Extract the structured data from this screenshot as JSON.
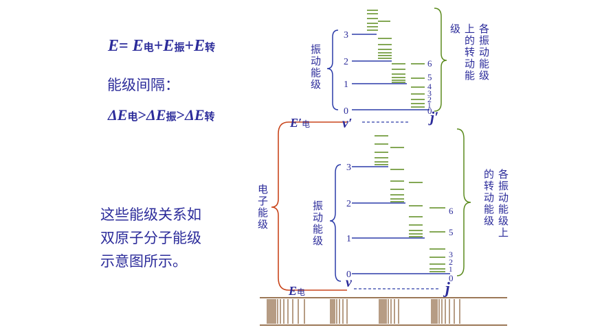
{
  "formula": {
    "lhs": "E",
    "equals": "=",
    "terms": [
      {
        "sym": "E",
        "sub": "电"
      },
      {
        "sym": "E",
        "sub": "振"
      },
      {
        "sym": "E",
        "sub": "转"
      }
    ],
    "plus": "+"
  },
  "spacing_label": "能级间隔：",
  "inequality": {
    "terms": [
      {
        "sym": "ΔE",
        "sub": "电"
      },
      {
        "sym": "ΔE",
        "sub": "振"
      },
      {
        "sym": "ΔE",
        "sub": "转"
      }
    ],
    "op": ">"
  },
  "description_lines": [
    "这些能级关系如",
    "双原子分子能级",
    "示意图所示。"
  ],
  "diagram": {
    "upper_electronic_label": {
      "sym": "E′",
      "sub": "电"
    },
    "lower_electronic_label": {
      "sym": "E",
      "sub": "电"
    },
    "upper_v_symbol": "v′",
    "upper_j_symbol": "j′",
    "lower_v_symbol": "v",
    "lower_j_symbol": "j",
    "electronic_bracket_label": "电子能级",
    "vibrational_bracket_label": "振动能级",
    "upper_rot_label_col1": "各振动能级",
    "upper_rot_label_col2": "上的转动能",
    "upper_rot_label_col3": "级",
    "lower_rot_label_col1": "各振动能级上",
    "lower_rot_label_col2": "的转动能级",
    "upper_v_numbers": [
      "3",
      "2",
      "1",
      "0"
    ],
    "upper_j_numbers": [
      "6",
      "5",
      "4",
      "3",
      "2",
      "1",
      "0"
    ],
    "lower_v_numbers": [
      "3",
      "2",
      "1",
      "0"
    ],
    "lower_j_numbers": [
      "6",
      "5",
      "3",
      "2",
      "1",
      "0"
    ],
    "colors": {
      "vibrational_lines": "#2a3aa8",
      "rotational_lines": "#5a8a1c",
      "electronic_bracket": "#c8441a",
      "rotational_bracket": "#5a8a1c",
      "spectrum_band": "#7a4a1e",
      "text": "#2b2b9a"
    }
  }
}
